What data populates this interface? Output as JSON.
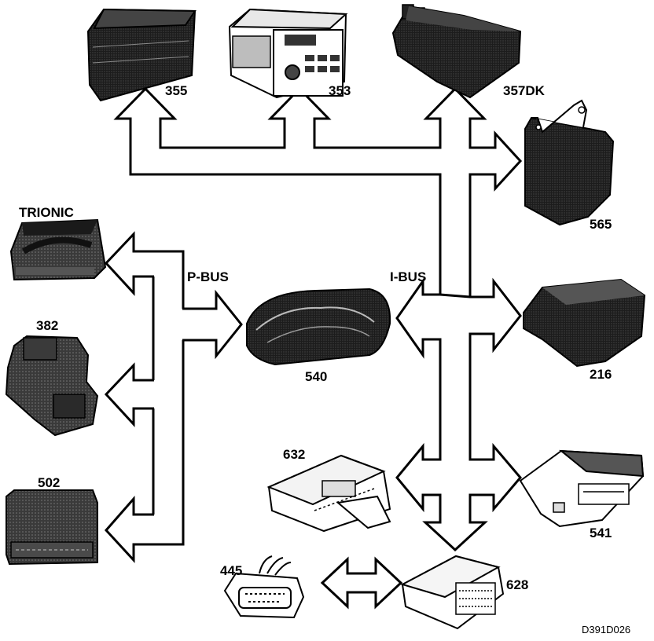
{
  "bus_labels": {
    "p_bus": "P-BUS",
    "i_bus": "I-BUS"
  },
  "modules": {
    "m355": "355",
    "m353": "353",
    "m357dk": "357DK",
    "m565": "565",
    "trionic": "TRIONIC",
    "m382": "382",
    "m502": "502",
    "m540": "540",
    "m216": "216",
    "m632": "632",
    "m541": "541",
    "m445": "445",
    "m628": "628"
  },
  "drawing_code": "D391D026"
}
